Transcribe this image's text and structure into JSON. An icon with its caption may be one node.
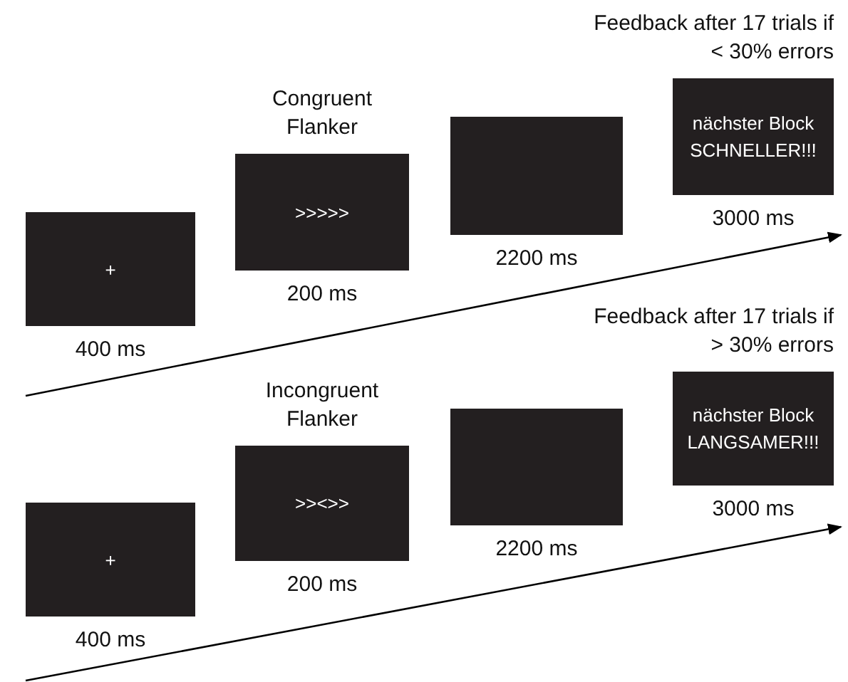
{
  "diagram": {
    "nodes": [
      {
        "text": [
          "+"
        ],
        "beside": [
          "400 ms"
        ]
      },
      {
        "text": [
          "Congruent Flanker",
          ">>>>>"
        ],
        "beside": [
          "200 ms"
        ]
      },
      {
        "text": [],
        "shape": "box",
        "beside": [
          "2200 ms"
        ]
      },
      {
        "text": [
          "Feedback after 17 trials if < 30% errors",
          "nächster Block SCHNELLER!!!"
        ],
        "beside": [
          "3000 ms"
        ]
      },
      {
        "text": [
          "+"
        ],
        "beside": [
          "400 ms"
        ]
      },
      {
        "text": [
          "Incongruent Flanker",
          ">><>>"
        ],
        "beside": [
          "200 ms"
        ]
      },
      {
        "text": [],
        "shape": "box",
        "beside": [
          "2200 ms"
        ]
      },
      {
        "text": [
          "Feedback after 17 trials if > 30% errors",
          "nächster Block LANGSAMER!!!"
        ],
        "beside": [
          "3000 ms"
        ]
      }
    ]
  }
}
